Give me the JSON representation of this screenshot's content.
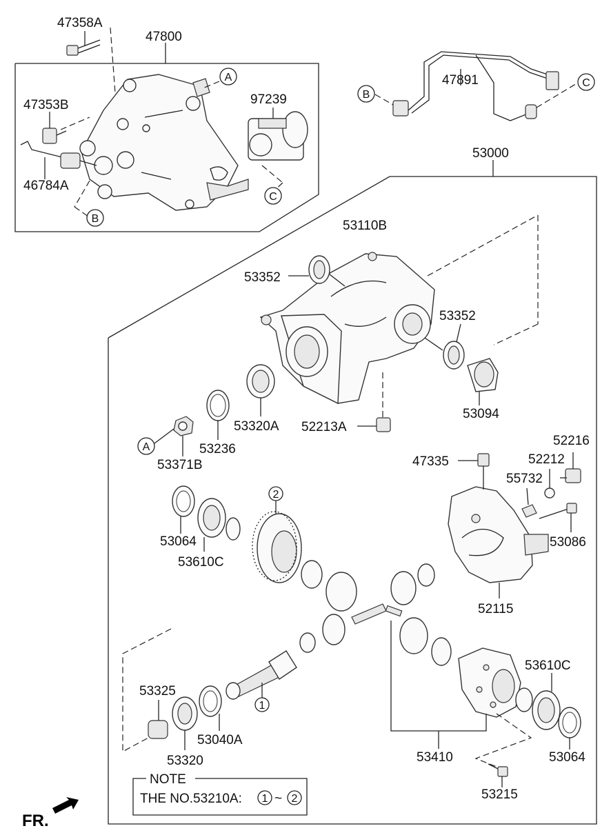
{
  "labels": {
    "p47358A": "47358A",
    "p47800": "47800",
    "p47353B": "47353B",
    "p97239": "97239",
    "p46784A": "46784A",
    "p47891": "47891",
    "p53000": "53000",
    "p53110B": "53110B",
    "p53352_top": "53352",
    "p53352_right": "53352",
    "p53320A": "53320A",
    "p53236": "53236",
    "p52213A": "52213A",
    "p53094": "53094",
    "p53371B": "53371B",
    "p47335": "47335",
    "p52216": "52216",
    "p52212": "52212",
    "p55732": "55732",
    "p53086": "53086",
    "p52115": "52115",
    "p53064_left": "53064",
    "p53610C_left": "53610C",
    "p53325": "53325",
    "p53320": "53320",
    "p53040A": "53040A",
    "p53410": "53410",
    "p53610C_right": "53610C",
    "p53064_right": "53064",
    "p53215": "53215"
  },
  "refs": {
    "A_top": "A",
    "B_bottom": "B",
    "C_bottom": "C",
    "B_harness": "B",
    "C_harness": "C",
    "A_nut": "A",
    "one": "1",
    "two": "2"
  },
  "note": {
    "title": "NOTE",
    "text": "THE NO.53210A:",
    "range_start": "1",
    "tilde": "~",
    "range_end": "2"
  },
  "fr_label": "FR."
}
